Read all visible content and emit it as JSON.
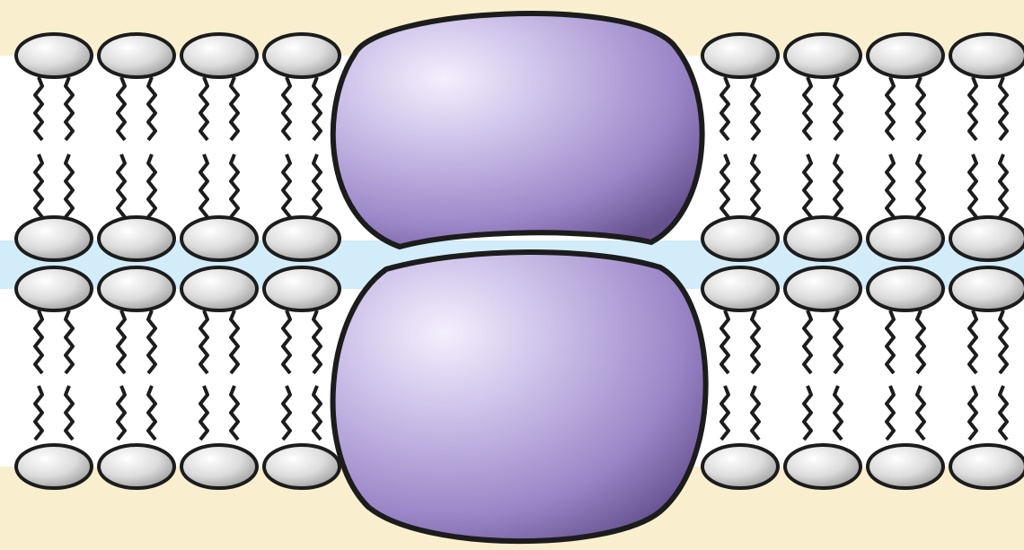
{
  "diagram": {
    "subject": "membrane-junction",
    "colors": {
      "background": "#f9efcf",
      "extracellular_gap": "#d2ecfa",
      "lipid_head_light": "#ffffff",
      "lipid_head_dark": "#a8a8a8",
      "outline": "#1c1c1c",
      "protein_light": "#efe8fb",
      "protein_mid": "#b09ed6",
      "protein_dark": "#6b569d"
    },
    "membranes": [
      {
        "name": "upper-membrane",
        "leaflets": [
          "outer",
          "inner"
        ]
      },
      {
        "name": "lower-membrane",
        "leaflets": [
          "inner",
          "outer"
        ]
      }
    ],
    "proteins": [
      {
        "name": "upper-connexon"
      },
      {
        "name": "lower-connexon"
      }
    ],
    "icons": [
      "phospholipid-head-icon",
      "lipid-tail-icon",
      "protein-icon"
    ]
  }
}
